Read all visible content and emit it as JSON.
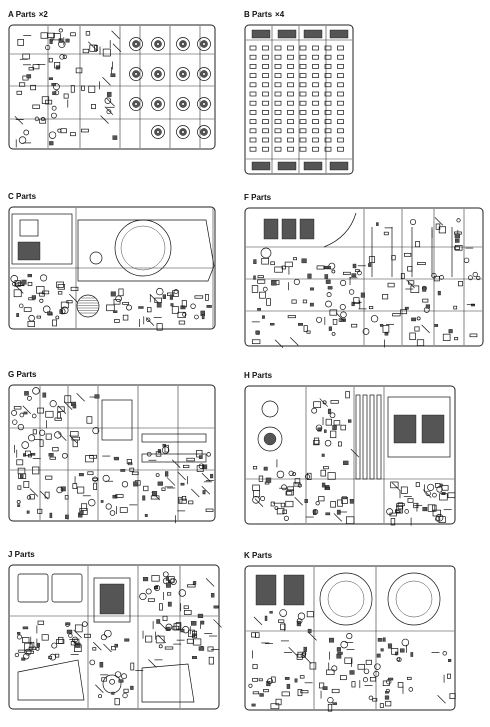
{
  "sheets": [
    {
      "id": "A",
      "title": "A Parts",
      "multiplier": "×2"
    },
    {
      "id": "B",
      "title": "B Parts",
      "multiplier": "×4"
    },
    {
      "id": "C",
      "title": "C Parts",
      "multiplier": ""
    },
    {
      "id": "F",
      "title": "F Parts",
      "multiplier": ""
    },
    {
      "id": "G",
      "title": "G Parts",
      "multiplier": ""
    },
    {
      "id": "H",
      "title": "H Parts",
      "multiplier": ""
    },
    {
      "id": "J",
      "title": "J Parts",
      "multiplier": ""
    },
    {
      "id": "K",
      "title": "K Parts",
      "multiplier": ""
    }
  ]
}
